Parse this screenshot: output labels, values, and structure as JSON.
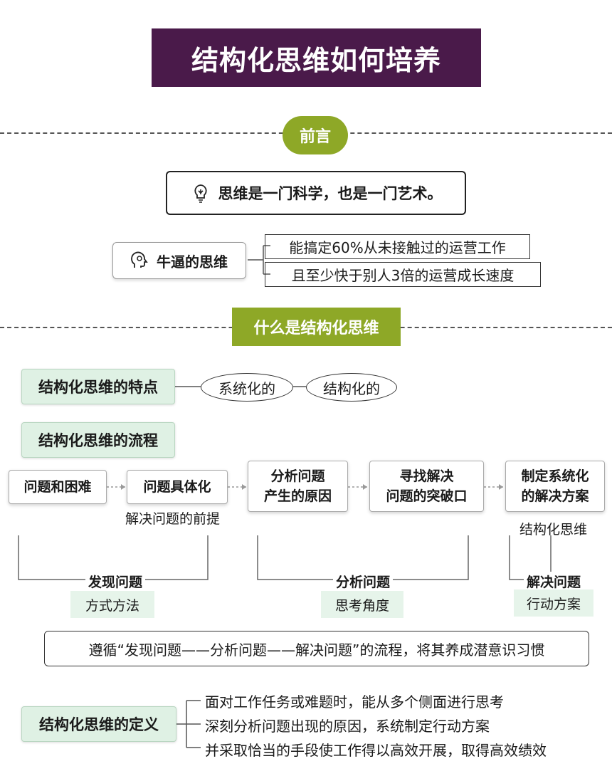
{
  "title": "结构化思维如何培养",
  "preface": {
    "label": "前言",
    "quote": "思维是一门科学，也是一门艺术。",
    "awesome_thinking": {
      "label": "牛逼的思维",
      "items": [
        "能搞定60%从未接触过的运营工作",
        "且至少快于别人3倍的运营成长速度"
      ]
    }
  },
  "what_is": {
    "label": "什么是结构化思维",
    "features": {
      "label": "结构化思维的特点",
      "items": [
        "系统化的",
        "结构化的"
      ]
    },
    "process": {
      "label": "结构化思维的流程",
      "steps": [
        {
          "text": "问题和困难"
        },
        {
          "text": "问题具体化",
          "note": "解决问题的前提"
        },
        {
          "text": "分析问题\n产生的原因"
        },
        {
          "text": "寻找解决\n问题的突破口"
        },
        {
          "text": "制定系统化\n的解决方案",
          "note": "结构化思维"
        }
      ],
      "groups": [
        {
          "label": "发现问题",
          "sub": "方式方法"
        },
        {
          "label": "分析问题",
          "sub": "思考角度"
        },
        {
          "label": "解决问题",
          "sub": "行动方案"
        }
      ],
      "summary": "遵循“发现问题——分析问题——解决问题”的流程，将其养成潜意识习惯"
    },
    "definition": {
      "label": "结构化思维的定义",
      "items": [
        "面对工作任务或难题时，能从多个侧面进行思考",
        "深刻分析问题出现的原因，系统制定行动方案",
        "并采取恰当的手段使工作得以高效开展，取得高效绩效"
      ]
    }
  }
}
